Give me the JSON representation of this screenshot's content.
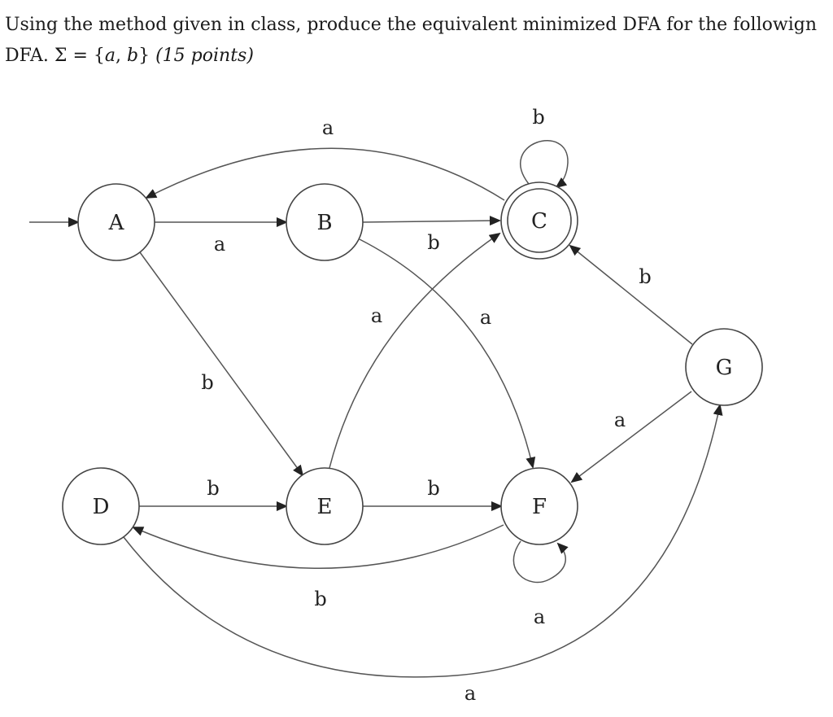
{
  "question": {
    "line1": "Using the method given in class, produce the equivalent minimized DFA for the followign",
    "line2_prefix": "DFA.",
    "sigma_symbol": "Σ",
    "equals": "=",
    "alphabet_open": "{",
    "alphabet_a": "a",
    "alphabet_comma": ", ",
    "alphabet_b": "b",
    "alphabet_close": "}",
    "points": "(15 points)"
  },
  "dfa": {
    "alphabet": [
      "a",
      "b"
    ],
    "start_state": "A",
    "accepting_states": [
      "C"
    ],
    "states": [
      "A",
      "B",
      "C",
      "D",
      "E",
      "F",
      "G"
    ],
    "transitions": [
      {
        "from": "A",
        "symbol": "a",
        "to": "B"
      },
      {
        "from": "A",
        "symbol": "b",
        "to": "E"
      },
      {
        "from": "B",
        "symbol": "b",
        "to": "C"
      },
      {
        "from": "B",
        "symbol": "a",
        "to": "F"
      },
      {
        "from": "C",
        "symbol": "a",
        "to": "A"
      },
      {
        "from": "C",
        "symbol": "b",
        "to": "C"
      },
      {
        "from": "D",
        "symbol": "b",
        "to": "E"
      },
      {
        "from": "D",
        "symbol": "a",
        "to": "G"
      },
      {
        "from": "E",
        "symbol": "a",
        "to": "C"
      },
      {
        "from": "E",
        "symbol": "b",
        "to": "F"
      },
      {
        "from": "F",
        "symbol": "b",
        "to": "D"
      },
      {
        "from": "F",
        "symbol": "a",
        "to": "F"
      },
      {
        "from": "G",
        "symbol": "b",
        "to": "C"
      },
      {
        "from": "G",
        "symbol": "a",
        "to": "F"
      }
    ]
  },
  "colors": {
    "stroke": "#555555",
    "circle_stroke": "#444444",
    "text": "#222222"
  }
}
